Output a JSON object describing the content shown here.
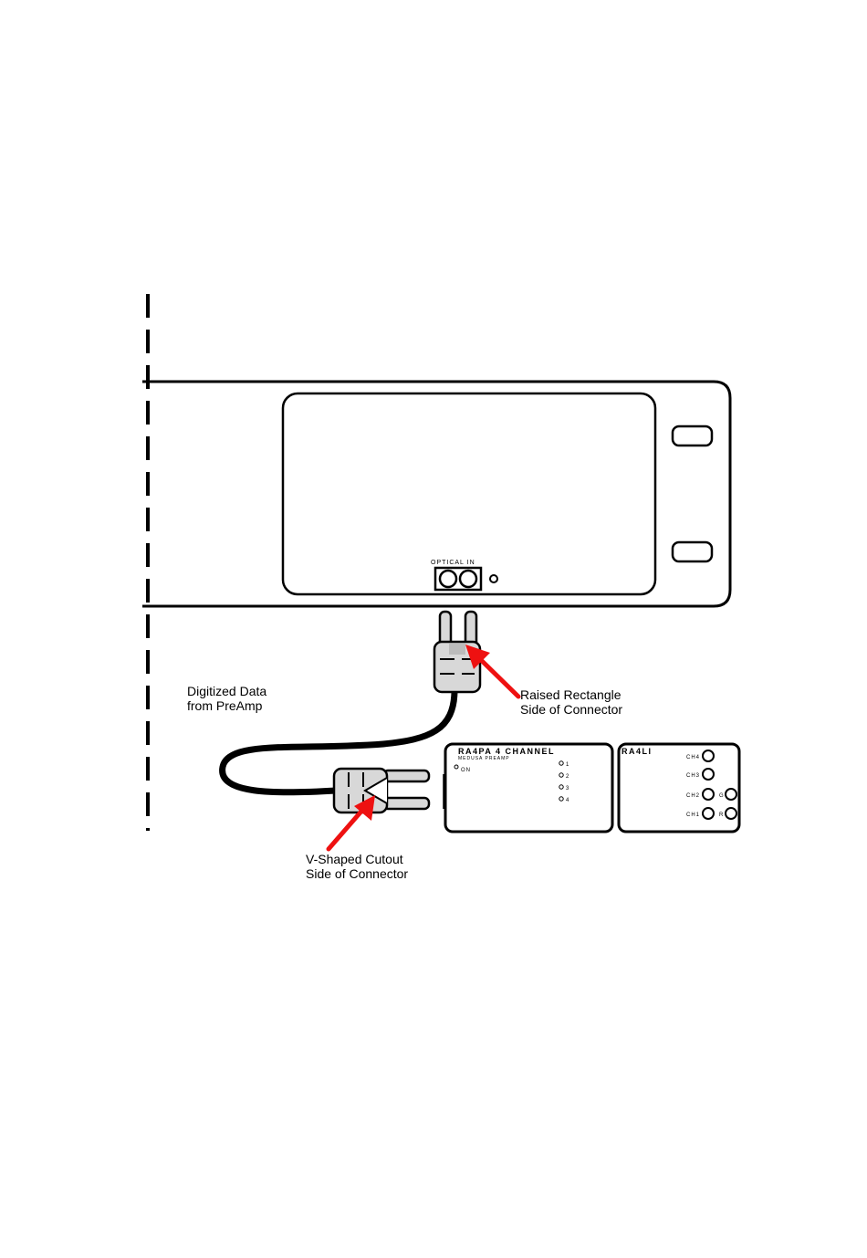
{
  "panel": {
    "port_label": "OPTICAL IN"
  },
  "labels": {
    "digitized_line1": "Digitized Data",
    "digitized_line2": "from PreAmp",
    "raised_line1": "Raised Rectangle",
    "raised_line2": "Side of Connector",
    "vshaped_line1": "V-Shaped Cutout",
    "vshaped_line2": "Side of Connector"
  },
  "preamp": {
    "title": "RA4PA 4 CHANNEL",
    "subtitle": "MEDUSA PREAMP",
    "on_label": "ON",
    "channels": [
      "1",
      "2",
      "3",
      "4"
    ]
  },
  "li": {
    "title": "RA4LI",
    "ch_labels": [
      "CH4",
      "CH3",
      "CH2",
      "CH1"
    ],
    "side_labels": [
      "G",
      "R"
    ]
  },
  "colors": {
    "arrow": "#ee1111",
    "connector": "#d8d8d8",
    "line": "#000000"
  }
}
